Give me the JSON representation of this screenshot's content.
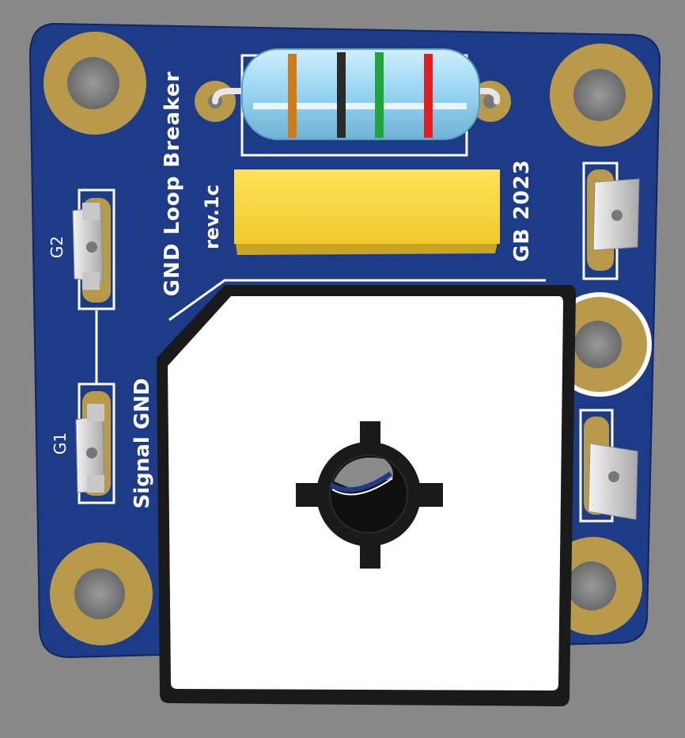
{
  "board": {
    "title_line1": "GND Loop Breaker",
    "title_line2": "rev.1c",
    "credit": "GB 2023",
    "label_signal_gnd": "Signal GND",
    "label_g1": "G1",
    "label_g2": "G2"
  },
  "colors": {
    "background": "#888888",
    "pcb_soldermask": "#1d3b86",
    "pad_gold": "#b89a4a",
    "silkscreen": "#ffffff",
    "resistor_body": "#8fd0ee",
    "fuse_body": "#f5d442",
    "bridge_body": "#ffffff",
    "bridge_outline": "#1a1a1a"
  },
  "resistor_bands": [
    "#d07a1a",
    "#2a2a2a",
    "#1fa53a",
    "#e02020"
  ]
}
